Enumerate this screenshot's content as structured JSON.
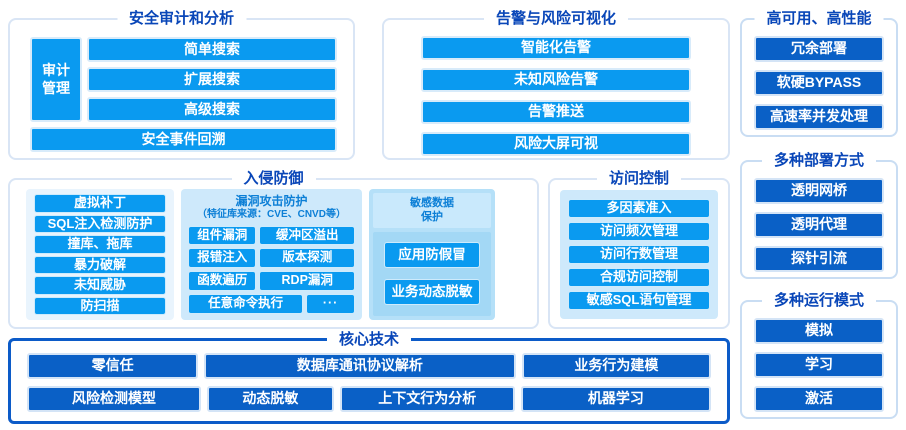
{
  "colors": {
    "azure_bar": "#0A9AF0",
    "dark_blue_bar": "#0A60C6",
    "title_blue": "#0946B8",
    "panel_light": "#E9F4FD",
    "panel_medium": "#CEE9FB",
    "panel_deep": "#B5E0F8",
    "sub_header_text": "#0C7FD6",
    "core_border": "#0C5BC8",
    "box_border": "#D9E5F5"
  },
  "boxes": {
    "security_audit": {
      "title": "安全审计和分析",
      "side_label": "审计\n管理",
      "items": [
        "简单搜索",
        "扩展搜索",
        "高级搜索"
      ],
      "footer_item": "安全事件回溯"
    },
    "alert_visualization": {
      "title": "告警与风险可视化",
      "items": [
        "智能化告警",
        "未知风险告警",
        "告警推送",
        "风险大屏可视"
      ]
    },
    "high_availability": {
      "title": "高可用、高性能",
      "items": [
        "冗余部署",
        "软硬BYPASS",
        "高速率并发处理"
      ]
    },
    "intrusion_prevention": {
      "title": "入侵防御",
      "left_items": [
        "虚拟补丁",
        "SQL注入检测防护",
        "撞库、拖库",
        "暴力破解",
        "未知威胁",
        "防扫描"
      ],
      "vuln_protection": {
        "header_line1": "漏洞攻击防护",
        "header_line2": "（特征库来源：CVE、CNVD等）",
        "grid_items": [
          "组件漏洞",
          "缓冲区溢出",
          "报错注入",
          "版本探测",
          "函数遍历",
          "RDP漏洞"
        ],
        "bottom_wide": "任意命令执行",
        "bottom_more": "···"
      },
      "sensitive_data": {
        "header": "敏感数据\n保护",
        "items": [
          "应用防假冒",
          "业务动态脱敏"
        ]
      }
    },
    "access_control": {
      "title": "访问控制",
      "items": [
        "多因素准入",
        "访问频次管理",
        "访问行数管理",
        "合规访问控制",
        "敏感SQL语句管理"
      ]
    },
    "deployment": {
      "title": "多种部署方式",
      "items": [
        "透明网桥",
        "透明代理",
        "探针引流"
      ]
    },
    "run_modes": {
      "title": "多种运行模式",
      "items": [
        "模拟",
        "学习",
        "激活"
      ]
    },
    "core_tech": {
      "title": "核心技术",
      "row1": [
        "零信任",
        "数据库通讯协议解析",
        "业务行为建模"
      ],
      "row2": [
        "风险检测模型",
        "动态脱敏",
        "上下文行为分析",
        "机器学习"
      ]
    }
  }
}
